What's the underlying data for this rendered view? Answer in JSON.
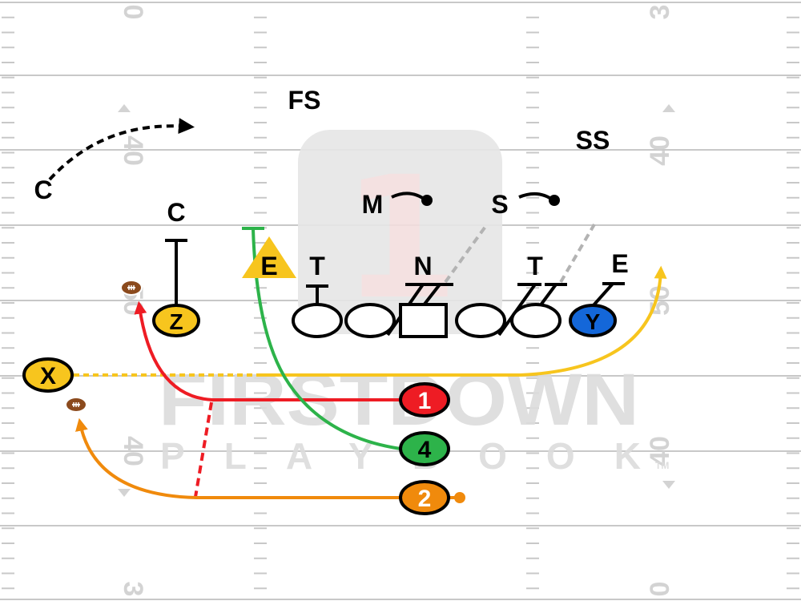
{
  "field": {
    "yard_numbers": {
      "left_top": "0",
      "left_upper": "40",
      "left_mid": "50",
      "left_lower": "40",
      "left_bottom": "3",
      "right_top": "3",
      "right_upper": "40",
      "right_mid": "50",
      "right_lower": "40",
      "right_bottom": "0"
    },
    "watermark": {
      "line1": "FIRSTDOWN",
      "line2": "PLAYBOOK",
      "tm": "TM",
      "logo_glyph": "1"
    }
  },
  "defense": {
    "fs": "FS",
    "ss": "SS",
    "c_left": "C",
    "c_right": "C",
    "m": "M",
    "s": "S",
    "e_left": "E",
    "t_left": "T",
    "n": "N",
    "t_right": "T",
    "e_right": "E"
  },
  "offense": {
    "x": "X",
    "z": "Z",
    "y": "Y",
    "back_1": "1",
    "back_4": "4",
    "back_2": "2"
  },
  "colors": {
    "yellow": "#f7c51e",
    "red": "#ee1c24",
    "green": "#2db34a",
    "orange": "#f08a0c",
    "blue": "#1467d9",
    "gray_route": "#b3b3b3",
    "field_line": "#c8c8c8",
    "football": "#8b4a1d"
  },
  "icons": [
    "football-icon",
    "arrow-head-icon"
  ]
}
